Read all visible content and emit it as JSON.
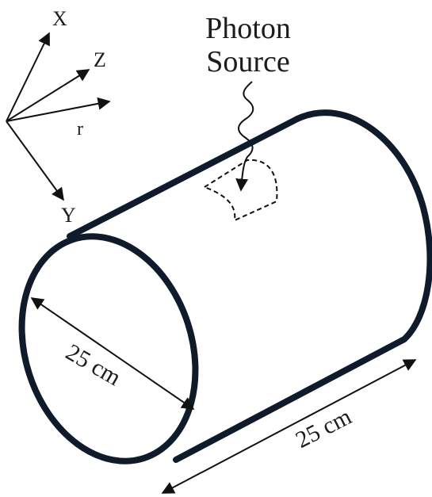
{
  "axes": {
    "x_label": "X",
    "z_label": "Z",
    "r_label": "r",
    "y_label": "Y"
  },
  "source": {
    "line1": "Photon",
    "line2": "Source"
  },
  "dimensions": {
    "diameter_label": "25 cm",
    "length_label": "25 cm"
  }
}
